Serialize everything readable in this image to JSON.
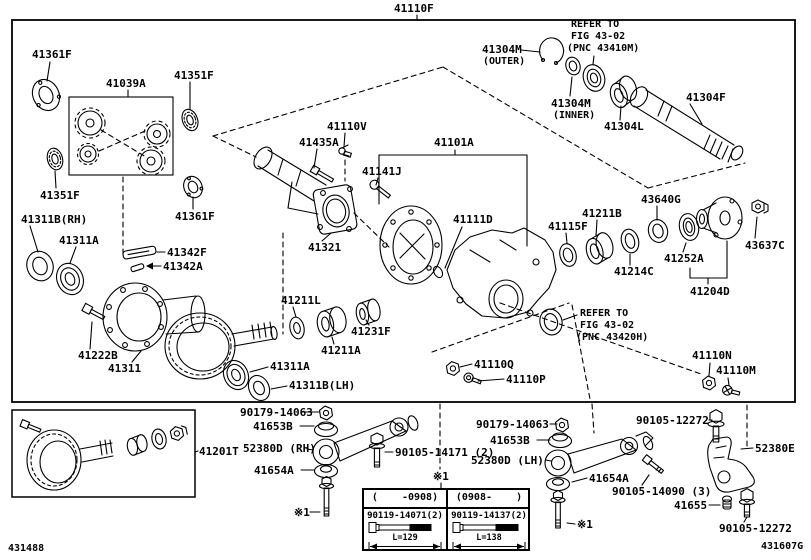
{
  "parts": {
    "41110F": "41110F",
    "41361F": "41361F",
    "41039A": "41039A",
    "41351F": "41351F",
    "41311B_RH": "41311B(RH)",
    "41311A": "41311A",
    "41342F": "41342F",
    "41342A": "41342A",
    "41222B": "41222B",
    "41311": "41311",
    "41110V": "41110V",
    "41435A": "41435A",
    "41141J": "41141J",
    "41101A": "41101A",
    "41321": "41321",
    "41111D": "41111D",
    "41211L": "41211L",
    "41231F": "41231F",
    "41211A": "41211A",
    "41311B_LH": "41311B(LH)",
    "41304M": "41304M",
    "OUTER": "(OUTER)",
    "INNER": "(INNER)",
    "41304L": "41304L",
    "41304F": "41304F",
    "43640G": "43640G",
    "41211B": "41211B",
    "41115F": "41115F",
    "41214C": "41214C",
    "41252A": "41252A",
    "41204D": "41204D",
    "43637C": "43637C",
    "41110Q": "41110Q",
    "41110P": "41110P",
    "41110N": "41110N",
    "41110M": "41110M",
    "90179_14063": "90179-14063",
    "41653B": "41653B",
    "52380D_RH": "52380D (RH)",
    "41201T": "41201T",
    "41654A": "41654A",
    "90105_14171": "90105-14171 (2)",
    "52380D_LH": "52380D (LH)",
    "90105_12272": "90105-12272",
    "52380E": "52380E",
    "90105_14090": "90105-14090 (3)",
    "41655": "41655"
  },
  "refer": {
    "top": {
      "l1": "REFER TO",
      "l2": "FIG 43-02",
      "l3": "(PNC 43410M)"
    },
    "mid": {
      "l1": "REFER TO",
      "l2": "FIG 43-02",
      "l3": "(PNC 43420H)"
    }
  },
  "notes": {
    "star1": "※1"
  },
  "table": {
    "left": {
      "header": "(    -0908)",
      "part": "90119-14071(2)",
      "length": "L=129"
    },
    "right": {
      "header": "(0908-    )",
      "part": "90119-14137(2)",
      "length": "L=138"
    }
  },
  "footer": {
    "left_code": "431488",
    "right_code": "431607G"
  },
  "colors": {
    "ink": "#000000",
    "paper": "#ffffff"
  }
}
